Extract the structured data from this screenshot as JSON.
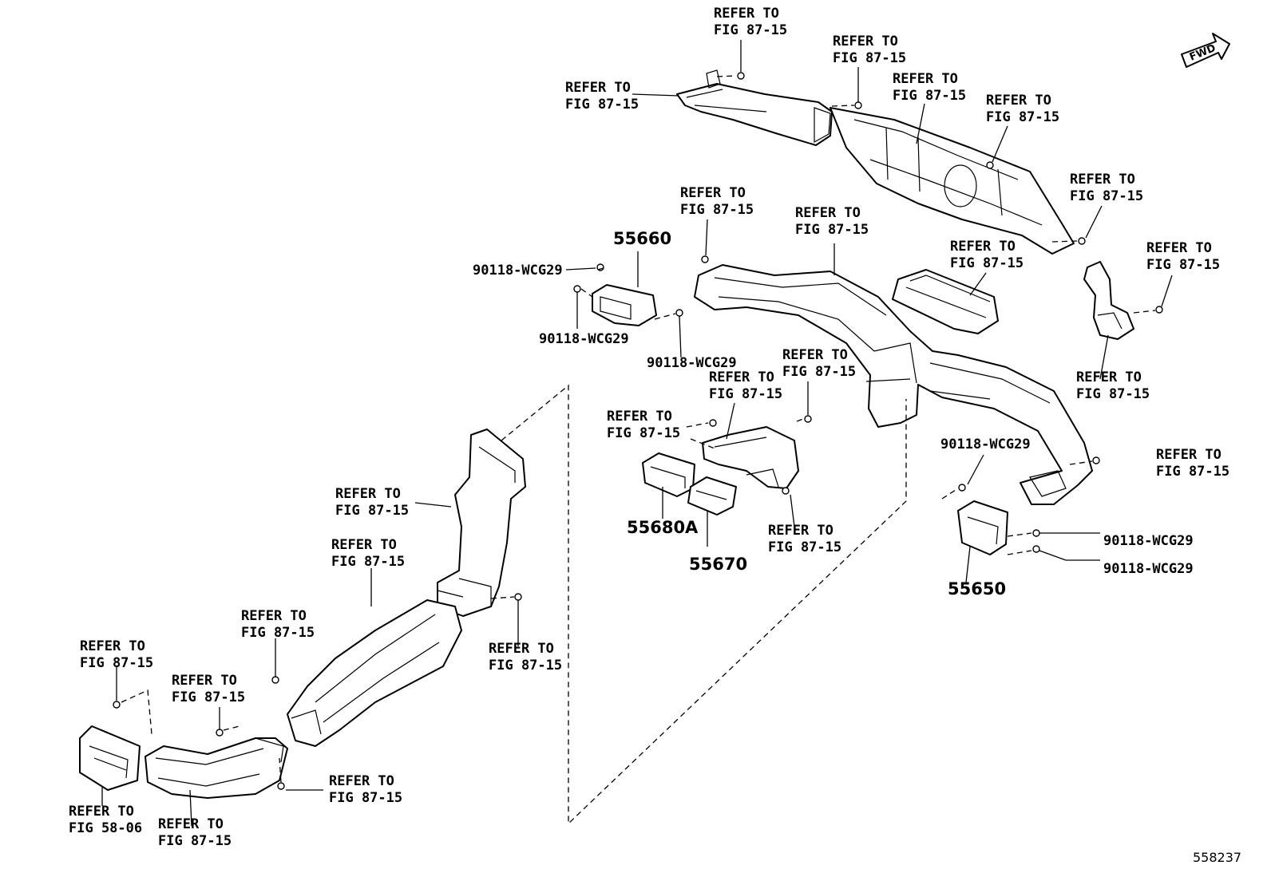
{
  "refer_text": [
    "REFER TO",
    "FIG 87-15"
  ],
  "refer_text_58": [
    "REFER TO",
    "FIG 58-06"
  ],
  "part_numbers": {
    "p55660": "55660",
    "p55680A": "55680A",
    "p55670": "55670",
    "p55650": "55650"
  },
  "screw_label": "90118-WCG29",
  "direction": "FWD",
  "diagram_id": "558237"
}
